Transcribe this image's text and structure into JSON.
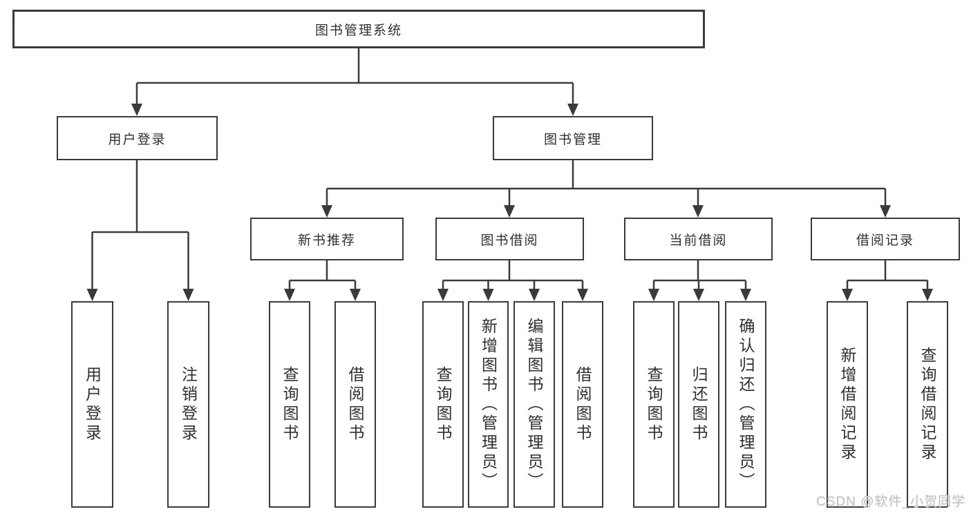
{
  "colors": {
    "line": "#3a3a3a",
    "box_border": "#3a3a3a",
    "text": "#2f2f2f",
    "watermark": "#c0c0c0",
    "background": "#ffffff"
  },
  "nodes": {
    "root": {
      "label": "图书管理系统"
    },
    "user_login": {
      "label": "用户登录"
    },
    "book_mgmt": {
      "label": "图书管理"
    },
    "new_book": {
      "label": "新书推荐"
    },
    "book_borrow": {
      "label": "图书借阅"
    },
    "current_borrow": {
      "label": "当前借阅"
    },
    "borrow_records": {
      "label": "借阅记录"
    }
  },
  "leaves": {
    "user_login": [
      "用户登录",
      "注销登录"
    ],
    "new_book": [
      "查询图书",
      "借阅图书"
    ],
    "book_borrow": [
      "查询图书",
      "新增图书（管理员）",
      "编辑图书（管理员）",
      "借阅图书"
    ],
    "current_borrow": [
      "查询图书",
      "归还图书",
      "确认归还（管理员）"
    ],
    "borrow_records": [
      "新增借阅记录",
      "查询借阅记录"
    ]
  },
  "watermark": "CSDN @软件_小贺同学"
}
